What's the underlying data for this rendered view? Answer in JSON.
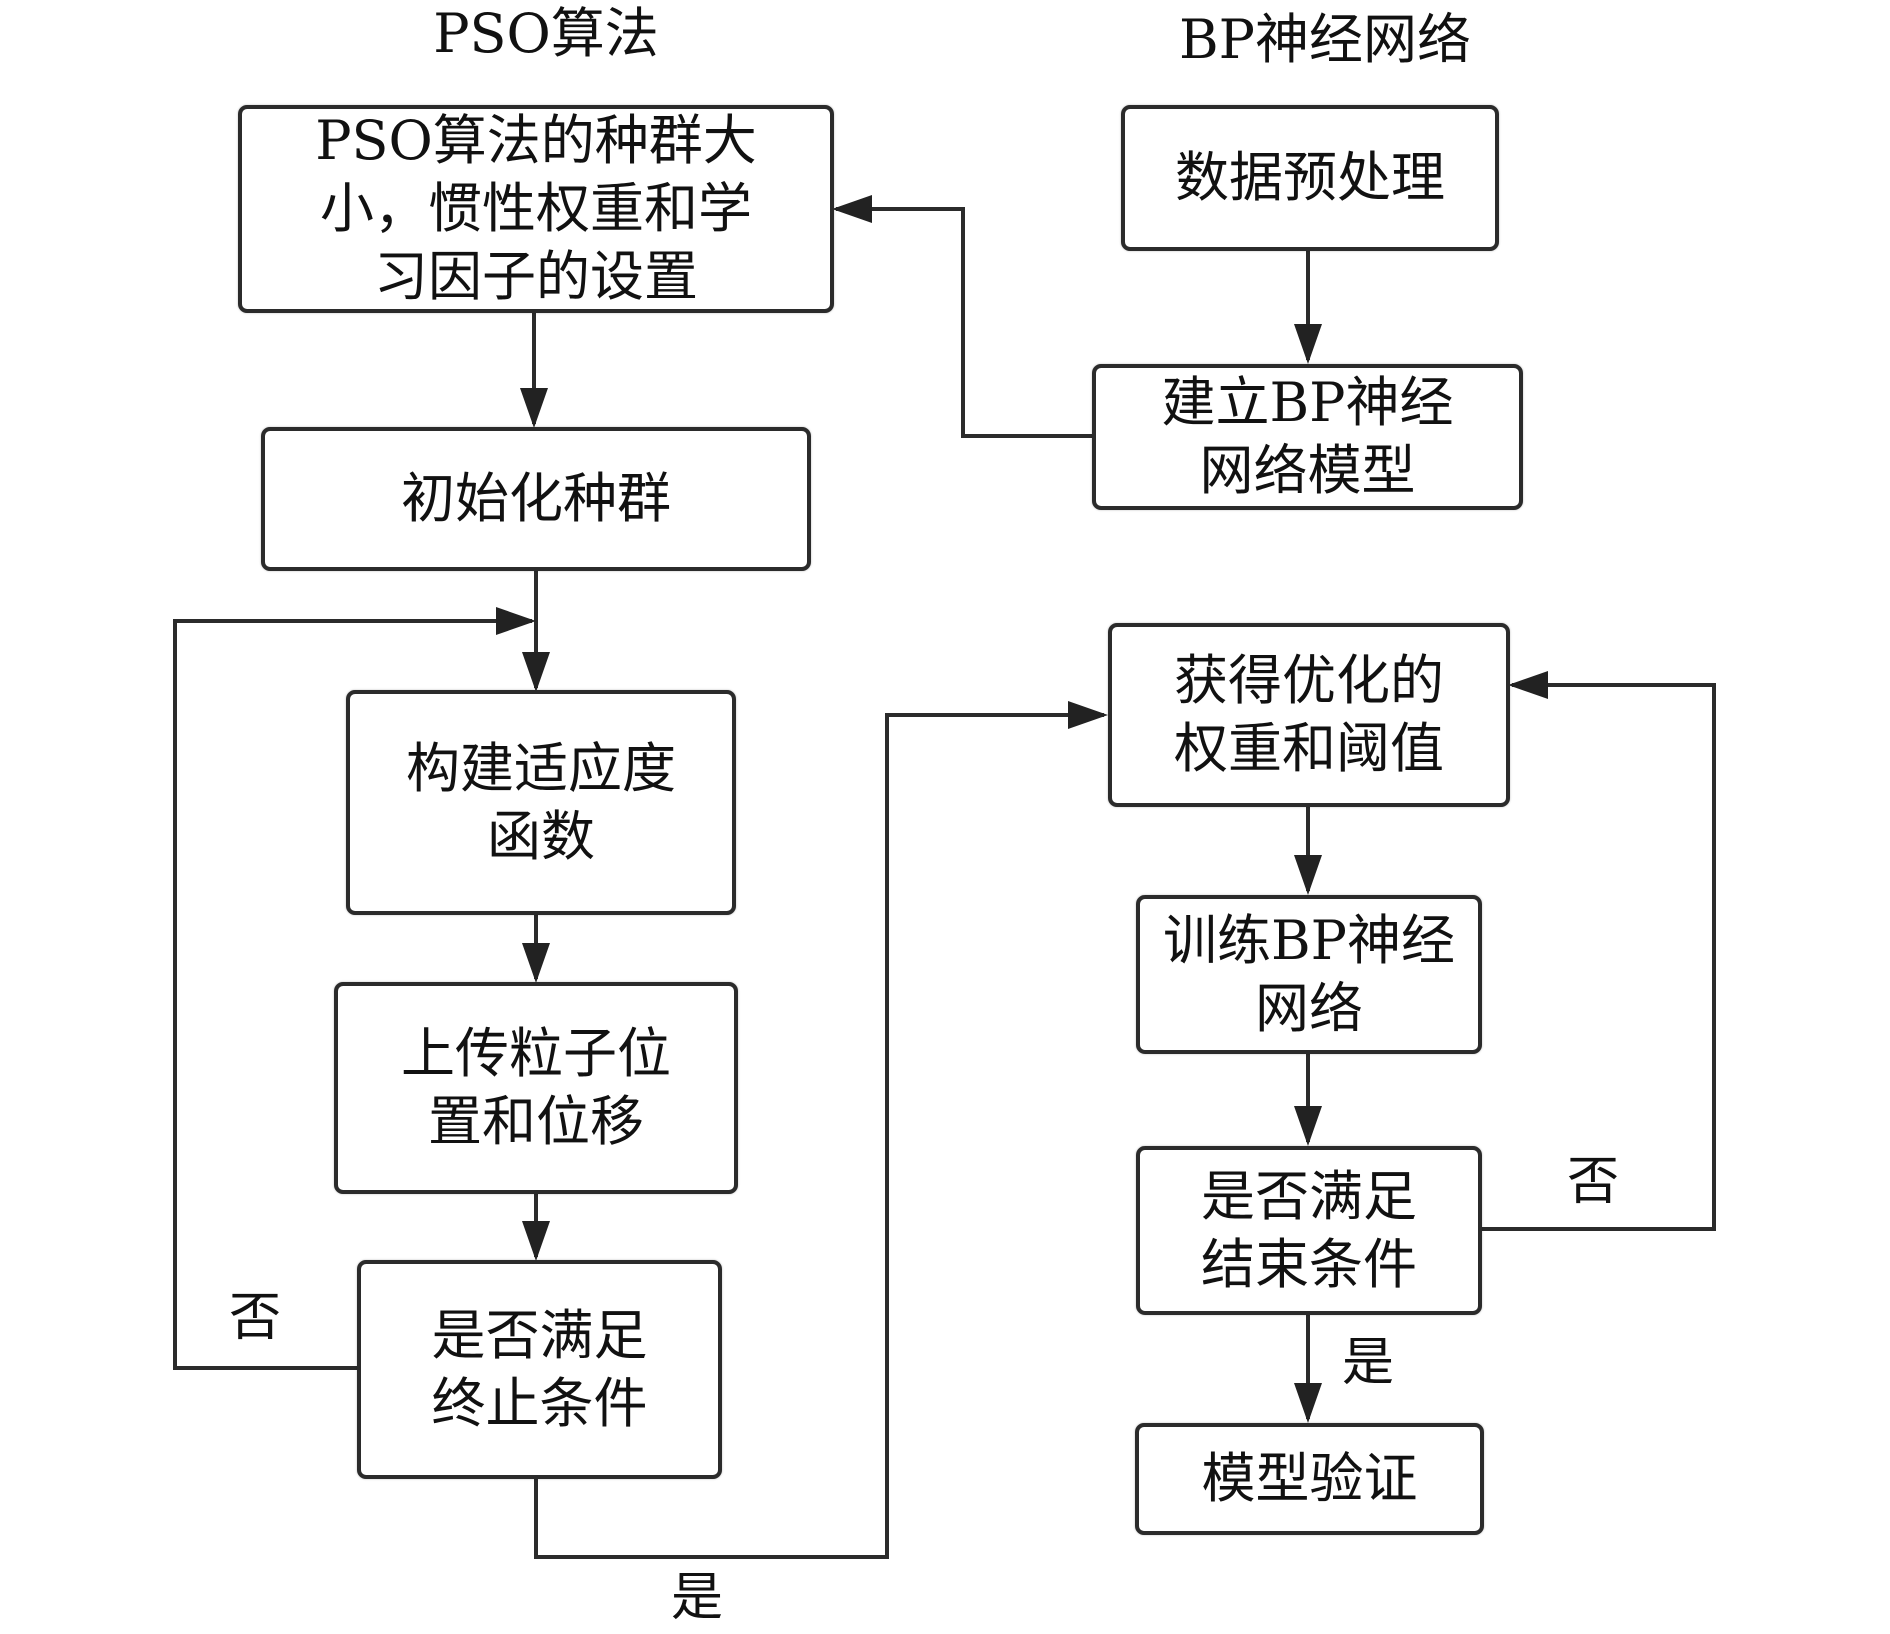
{
  "titles": {
    "pso": "PSO算法",
    "bp": "BP神经网络"
  },
  "pso_steps": [
    {
      "id": "pso-setup",
      "text": "PSO算法的种群大\n小，惯性权重和学\n习因子的设置"
    },
    {
      "id": "init-population",
      "text": "初始化种群"
    },
    {
      "id": "build-fitness",
      "text": "构建适应度\n函数"
    },
    {
      "id": "update-particles",
      "text": "上传粒子位\n置和位移"
    },
    {
      "id": "check-termination",
      "text": "是否满足\n终止条件"
    }
  ],
  "bp_steps": [
    {
      "id": "data-preprocess",
      "text": "数据预处理"
    },
    {
      "id": "build-bp-model",
      "text": "建立BP神经\n网络模型"
    },
    {
      "id": "get-optimized-weights",
      "text": "获得优化的\n权重和阈值"
    },
    {
      "id": "train-bp",
      "text": "训练BP神经\n网络"
    },
    {
      "id": "check-end",
      "text": "是否满足\n结束条件"
    },
    {
      "id": "model-validation",
      "text": "模型验证"
    }
  ],
  "edge_labels": {
    "pso_no": "否",
    "pso_yes": "是",
    "bp_no": "否",
    "bp_yes": "是"
  },
  "colors": {
    "stroke": "#2b2b2b",
    "text": "#111111",
    "background": "#ffffff"
  }
}
